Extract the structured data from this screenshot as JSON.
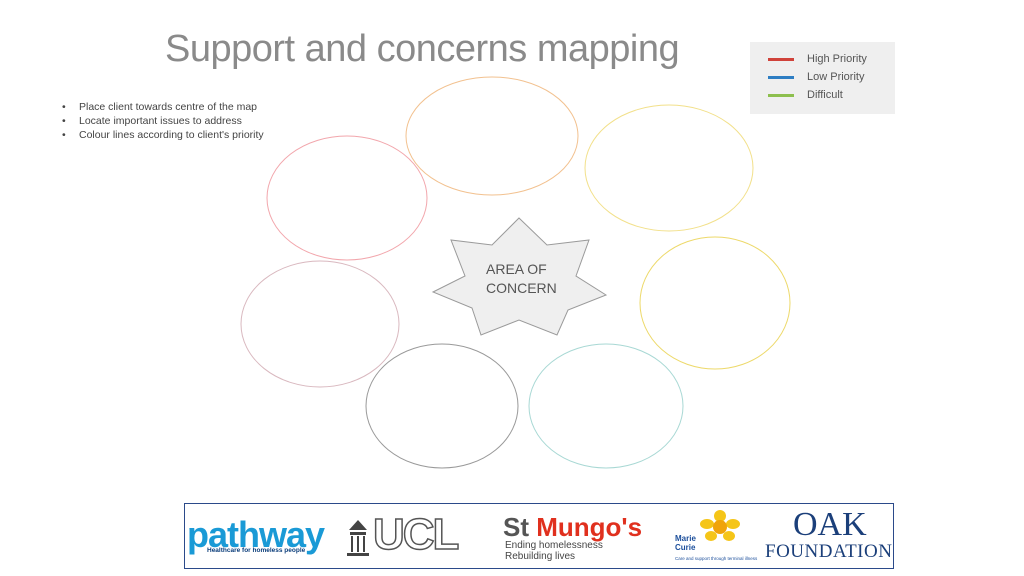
{
  "slide": {
    "title": "Support and concerns mapping"
  },
  "legend": {
    "items": [
      {
        "label": "High Priority",
        "color": "#d0423a"
      },
      {
        "label": "Low Priority",
        "color": "#2e7ec3"
      },
      {
        "label": "Difficult",
        "color": "#8dbf4e"
      }
    ]
  },
  "instructions": [
    "Place client towards centre of the map",
    "Locate important issues to address",
    "Colour lines according to client's priority"
  ],
  "diagram": {
    "center": {
      "line1": "AREA OF",
      "line2": "CONCERN"
    },
    "circle_colors": [
      "#f2c18f",
      "#f2e08a",
      "#f2a6ac",
      "#edd96a",
      "#d9b8bf",
      "#999999",
      "#a8d8d4"
    ]
  },
  "logos": {
    "pathway": {
      "name": "pathway",
      "tagline": "Healthcare for homeless people"
    },
    "ucl": {
      "name": "UCL"
    },
    "st_mungos": {
      "name_part1": "St ",
      "name_part2": "Mungo's",
      "tagline1": "Ending homelessness",
      "tagline2": "Rebuilding lives"
    },
    "marie_curie": {
      "line1": "Marie",
      "line2": "Curie",
      "tagline": "Care and support through terminal illness"
    },
    "oak": {
      "line1": "OAK",
      "line2": "FOUNDATION"
    }
  }
}
